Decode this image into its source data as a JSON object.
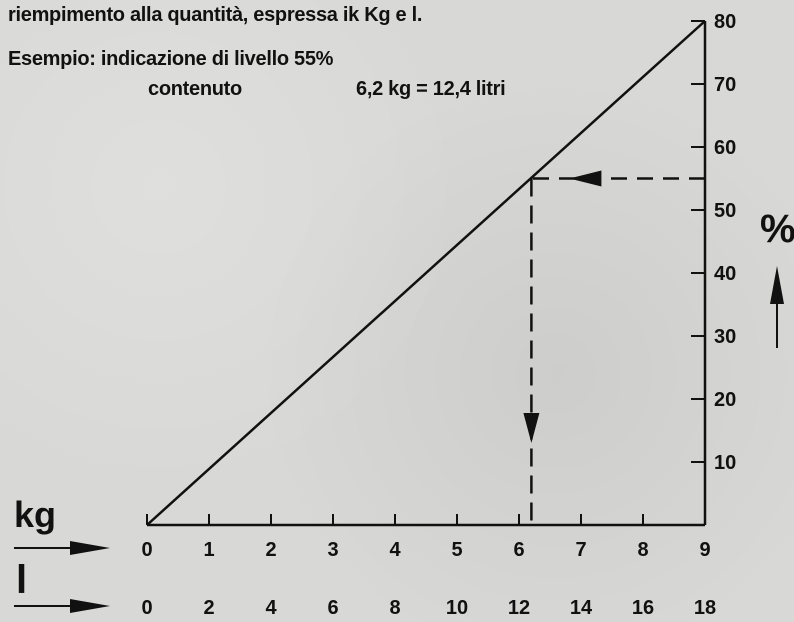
{
  "text": {
    "caption": "riempimento alla quantità, espressa ik Kg e l.",
    "example_label": "Esempio: indicazione di livello 55%",
    "contents_label": "contenuto",
    "contents_value": "6,2 kg = 12,4 litri"
  },
  "chart_data": {
    "type": "line",
    "x_unit_kg": "kg",
    "x_unit_l": "l",
    "y_unit": "%",
    "x_kg_ticks": [
      "0",
      "1",
      "2",
      "3",
      "4",
      "5",
      "6",
      "7",
      "8",
      "9"
    ],
    "x_l_ticks": [
      "0",
      "2",
      "4",
      "6",
      "8",
      "10",
      "12",
      "14",
      "16",
      "18"
    ],
    "y_ticks": [
      10,
      20,
      30,
      40,
      50,
      60,
      70,
      80
    ],
    "xlim_kg": [
      0,
      9
    ],
    "ylim": [
      0,
      80
    ],
    "series": [
      {
        "x_kg": [
          0,
          9
        ],
        "y_percent": [
          0,
          80
        ]
      }
    ],
    "example": {
      "level_percent": 55,
      "contents_kg": 6.2,
      "contents_l": 12.4
    },
    "grid": false
  }
}
